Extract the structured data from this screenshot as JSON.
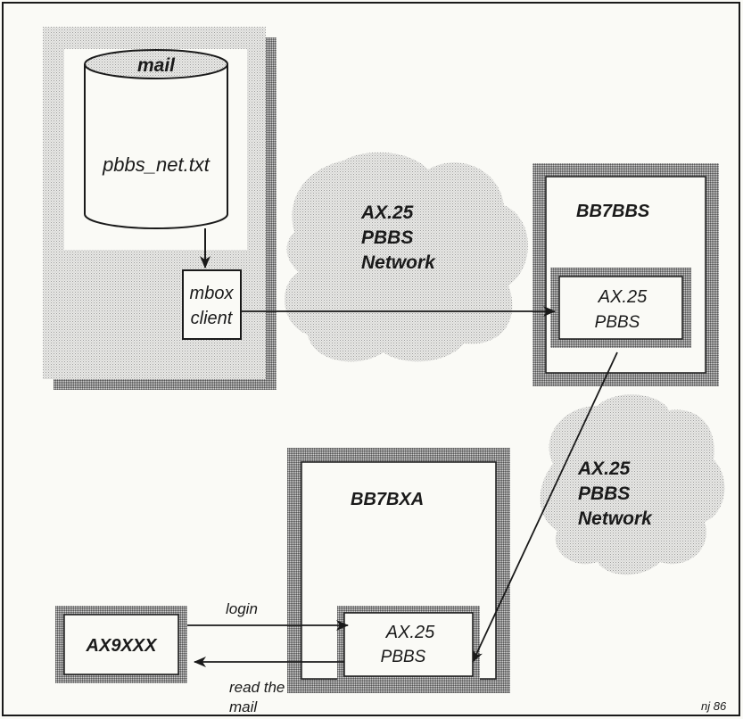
{
  "database": {
    "title": "mail",
    "file": "pbbs_net.txt"
  },
  "mbox": {
    "line1": "mbox",
    "line2": "client"
  },
  "cloud_top": {
    "line1": "AX.25",
    "line2": "PBBS",
    "line3": "Network"
  },
  "cloud_bottom": {
    "line1": "AX.25",
    "line2": "PBBS",
    "line3": "Network"
  },
  "bbs_top": {
    "title": "BB7BBS",
    "inner1": "AX.25",
    "inner2": "PBBS"
  },
  "bbs_bottom": {
    "title": "BB7BXA",
    "inner1": "AX.25",
    "inner2": "PBBS"
  },
  "user": {
    "callsign": "AX9XXX"
  },
  "arrows": {
    "login": "login",
    "read1": "read the",
    "read2": "mail"
  },
  "figure_id": "nj 86",
  "colors": {
    "line": "#1a1a1a",
    "border": "#333333",
    "paper": "#fafaf6",
    "stipple": "#9a9a9a"
  }
}
